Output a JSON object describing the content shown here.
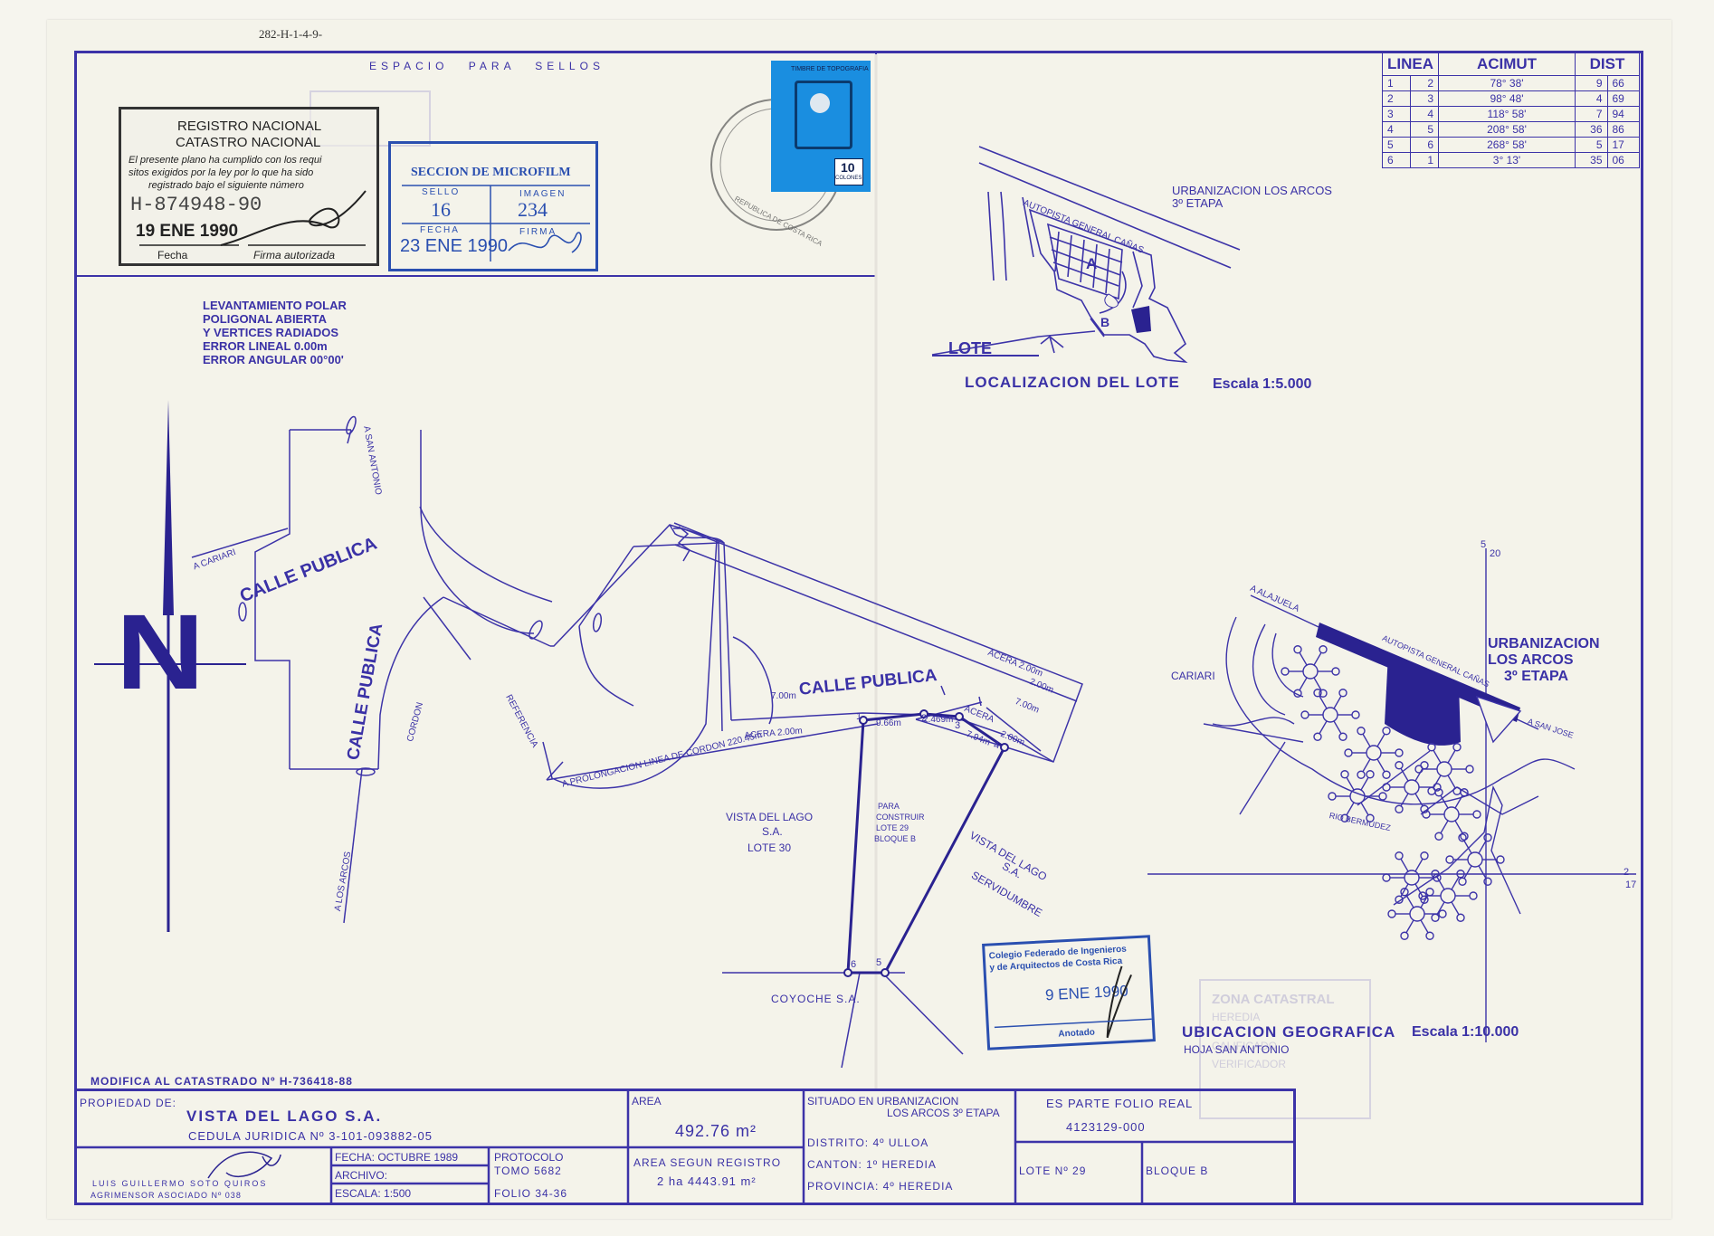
{
  "header": {
    "ref_number": "282-H-1-4-9-",
    "stamp_space": "ESPACIO PARA SELLOS"
  },
  "colors": {
    "ink": "#3a31a6",
    "stamp_blue": "#2a4fb0",
    "stamp_black": "#222222",
    "paper": "#f4f3ea",
    "tax_stamp": "#1a8ee0"
  },
  "registry_stamp": {
    "line1": "REGISTRO NACIONAL",
    "line2": "CATASTRO NACIONAL",
    "body1": "El presente plano ha cumplido con los requi",
    "body2": "sitos exigidos por la ley por lo que ha sido",
    "body3": "registrado bajo el siguiente número",
    "number": "H-874948-90",
    "date": "19 ENE 1990",
    "fecha_label": "Fecha",
    "firma_label": "Firma autorizada"
  },
  "microfilm_stamp": {
    "title": "SECCION DE MICROFILM",
    "sello_label": "SELLO",
    "imagen_label": "IMAGEN",
    "sello_value": "16",
    "imagen_value": "234",
    "fecha_label": "FECHA",
    "firma_label": "FIRMA",
    "date": "23 ENE 1990"
  },
  "tax_stamp": {
    "top_text": "TIMBRE DE TOPOGRAFIA",
    "value": "10",
    "unit": "COLONES",
    "seal_text": "REPUBLICA DE COSTA RICA"
  },
  "azimuth_table": {
    "headers": [
      "LINEA",
      "ACIMUT",
      "DIST"
    ],
    "rows": [
      {
        "from": "1",
        "to": "2",
        "azimut": "78° 38'",
        "d1": "9",
        "d2": "66"
      },
      {
        "from": "2",
        "to": "3",
        "azimut": "98° 48'",
        "d1": "4",
        "d2": "69"
      },
      {
        "from": "3",
        "to": "4",
        "azimut": "118° 58'",
        "d1": "7",
        "d2": "94"
      },
      {
        "from": "4",
        "to": "5",
        "azimut": "208° 58'",
        "d1": "36",
        "d2": "86"
      },
      {
        "from": "5",
        "to": "6",
        "azimut": "268° 58'",
        "d1": "5",
        "d2": "17"
      },
      {
        "from": "6",
        "to": "1",
        "azimut": "3° 13'",
        "d1": "35",
        "d2": "06"
      }
    ]
  },
  "survey_notes": [
    "LEVANTAMIENTO POLAR",
    "POLIGONAL ABIERTA",
    "Y VERTICES RADIADOS",
    "ERROR LINEAL 0.00m",
    "ERROR ANGULAR 00°00'"
  ],
  "location_map": {
    "urbanization": "URBANIZACION LOS ARCOS",
    "etapa": "3º ETAPA",
    "highway": "AUTOPISTA GENERAL CAÑAS",
    "label_a": "A",
    "label_b": "B",
    "lote": "LOTE",
    "title": "LOCALIZACION DEL LOTE",
    "scale": "Escala 1:5.000"
  },
  "north": {
    "letter": "N"
  },
  "plan": {
    "calle1": "CALLE PUBLICA",
    "calle2": "CALLE PUBLICA",
    "calle3": "CALLE PUBLICA",
    "a_cariari": "A CARIARI",
    "a_san_antonio": "A SAN ANTONIO",
    "a_los_arcos": "A LOS ARCOS",
    "cordon": "CORDON",
    "referencia": "REFERENCIA",
    "prolongacion": "A PROLONGACION LINEA DE CORDON 220.45m",
    "acera1": "ACERA 2.00m",
    "acera2": "ACERA",
    "acera3": "ACERA 2.00m",
    "acera4": "2.00m",
    "acera5": "2.00m",
    "d700a": "7.00m",
    "d700b": "7.00m",
    "d966": "9.66m",
    "d469": "2.469m",
    "d794": "7.94m",
    "p1": "1",
    "p2": "2",
    "p3": "3",
    "p4": "4",
    "p5": "5",
    "p6": "6",
    "vista_lago_1": "VISTA DEL LAGO",
    "vista_lago_2": "S.A.",
    "vista_lago_3": "LOTE 30",
    "para1": "PARA",
    "para2": "CONSTRUIR",
    "para3": "LOTE 29",
    "para4": "BLOQUE B",
    "servi1": "VISTA DEL LAGO",
    "servi2": "S.A.",
    "servi3": "SERVIDUMBRE",
    "coyoche": "COYOCHE S.A."
  },
  "geo_map": {
    "a_alajuela": "A ALAJUELA",
    "autopista": "AUTOPISTA GENERAL CAÑAS",
    "urb1": "URBANIZACION",
    "urb2": "LOS ARCOS",
    "urb3": "3º ETAPA",
    "cariari": "CARIARI",
    "a_san_jose": "A SAN JOSE",
    "rio": "RIO BERMUDEZ",
    "coord_top_a": "5",
    "coord_top_b": "20",
    "coord_right_a": "2",
    "coord_right_b": "17",
    "title": "UBICACION GEOGRAFICA",
    "scale": "Escala 1:10.000",
    "sheet": "HOJA SAN ANTONIO"
  },
  "colegio_stamp": {
    "line1": "Colegio Federado de Ingenieros",
    "line2": "y de Arquitectos de Costa Rica",
    "date": "9 ENE 1990",
    "footer": "Anotado"
  },
  "ghost_stamp": {
    "line1": "ZONA CATASTRAL",
    "line2": "HEREDIA",
    "line3": "CALIFICADO",
    "line4": "VERIFICADOR"
  },
  "modifica": "MODIFICA AL CATASTRADO Nº H-736418-88",
  "title_block": {
    "propiedad_label": "PROPIEDAD DE:",
    "propietario": "VISTA DEL LAGO S.A.",
    "cedula": "CEDULA JURIDICA Nº 3-101-093882-05",
    "area_label": "AREA",
    "area_value": "492.76 m²",
    "area_registro_label": "AREA SEGUN REGISTRO",
    "area_registro_value": "2 ha 4443.91 m²",
    "situado1": "SITUADO EN URBANIZACION",
    "situado2": "LOS ARCOS 3º ETAPA",
    "distrito": "DISTRITO: 4º ULLOA",
    "canton": "CANTON: 1º HEREDIA",
    "provincia": "PROVINCIA: 4º HEREDIA",
    "folio_label": "ES PARTE FOLIO REAL",
    "folio_value": "4123129-000",
    "lote": "LOTE Nº 29",
    "bloque": "BLOQUE B",
    "agrimensor1": "LUIS GUILLERMO SOTO QUIROS",
    "agrimensor2": "AGRIMENSOR ASOCIADO Nº 038",
    "fecha": "FECHA: OCTUBRE 1989",
    "archivo": "ARCHIVO:",
    "escala": "ESCALA: 1:500",
    "protocolo": "PROTOCOLO",
    "tomo": "TOMO 5682",
    "folio": "FOLIO 34-36"
  }
}
